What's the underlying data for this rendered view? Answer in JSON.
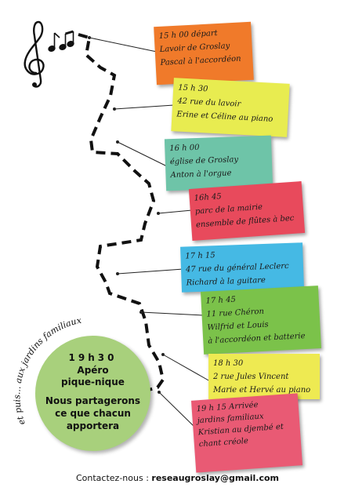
{
  "stops": [
    {
      "lines": [
        "15 h 00 départ",
        "Lavoir de Groslay",
        "Pascal à l'accordéon"
      ],
      "color": "#f07a2a"
    },
    {
      "lines": [
        "15 h 30",
        "42 rue du lavoir",
        "Erine et Céline au piano"
      ],
      "color": "#e8ec50"
    },
    {
      "lines": [
        "16 h 00",
        "église de Groslay",
        "Anton à l'orgue"
      ],
      "color": "#6ec4a8"
    },
    {
      "lines": [
        "16h 45",
        "parc de la mairie",
        "ensemble de flûtes à bec"
      ],
      "color": "#e84a5c"
    },
    {
      "lines": [
        "17 h 15",
        "47 rue du général Leclerc",
        "Richard à la guitare"
      ],
      "color": "#45b9e4"
    },
    {
      "lines": [
        "17 h 45",
        "11 rue Chéron",
        "Wilfrid et Louis",
        "à l'accordéon et batterie"
      ],
      "color": "#7bc24a"
    },
    {
      "lines": [
        "18 h 30",
        "2 rue Jules Vincent",
        "Marie et Hervé au piano"
      ],
      "color": "#eeea52"
    },
    {
      "lines": [
        "19 h 15 Arrivée",
        "jardins familiaux",
        "Kristian au djembé et",
        "chant créole"
      ],
      "color": "#e95a74"
    }
  ],
  "finale": {
    "arc_text": "et puis... aux jardins familiaux",
    "time": "19h30",
    "lines": [
      "Apéro",
      "pique-nique",
      "Nous partagerons",
      "ce que chacun",
      "apportera"
    ],
    "color": "#a8d07c"
  },
  "contact": {
    "label": "Contactez-nous :",
    "email": "reseaugroslay@gmail.com"
  },
  "icons": {
    "music": "treble-clef-and-notes"
  }
}
